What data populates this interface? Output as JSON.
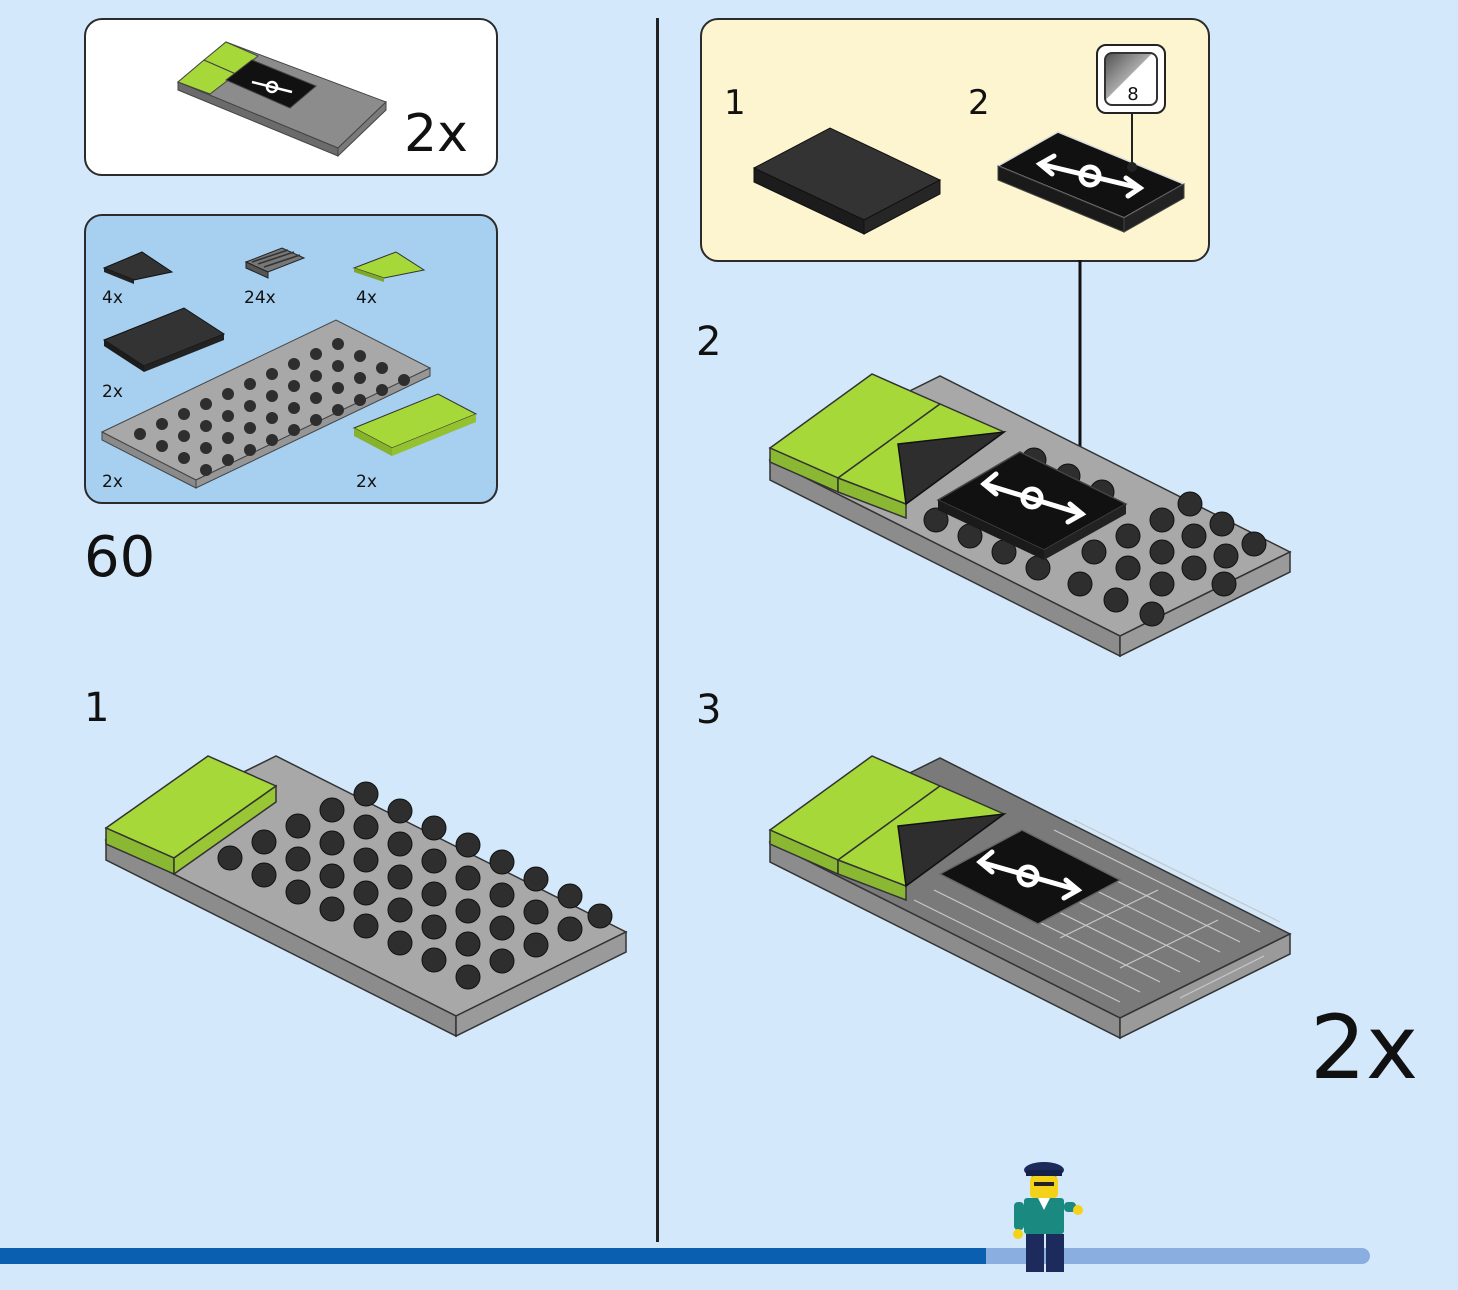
{
  "page_number": "60",
  "final_model_box": {
    "multiplier": "2x"
  },
  "parts_list": [
    {
      "name": "black-wedge-tile-part",
      "qty": "4x"
    },
    {
      "name": "grille-tile-part",
      "qty": "24x"
    },
    {
      "name": "lime-wedge-tile-part",
      "qty": "4x"
    },
    {
      "name": "black-tile-2x4-part",
      "qty": "2x"
    },
    {
      "name": "gray-plate-4x10-part",
      "qty": "2x"
    },
    {
      "name": "lime-tile-2x4-part",
      "qty": "2x"
    }
  ],
  "sub_assembly": {
    "step1": "1",
    "step2": "2",
    "sticker_number": "8"
  },
  "steps": [
    {
      "number": "1"
    },
    {
      "number": "2"
    },
    {
      "number": "3",
      "multiplier": "2x"
    }
  ],
  "progress": {
    "fraction": 0.72,
    "filled_color": "#0a5fb0",
    "track_color": "#8aaee0"
  },
  "colors": {
    "background": "#d3e9fb",
    "lime": "#a6d83a",
    "plate_gray": "#a8a8a8",
    "stud_dark": "#2e2e2e",
    "callout_bg": "#fdf5d0"
  }
}
